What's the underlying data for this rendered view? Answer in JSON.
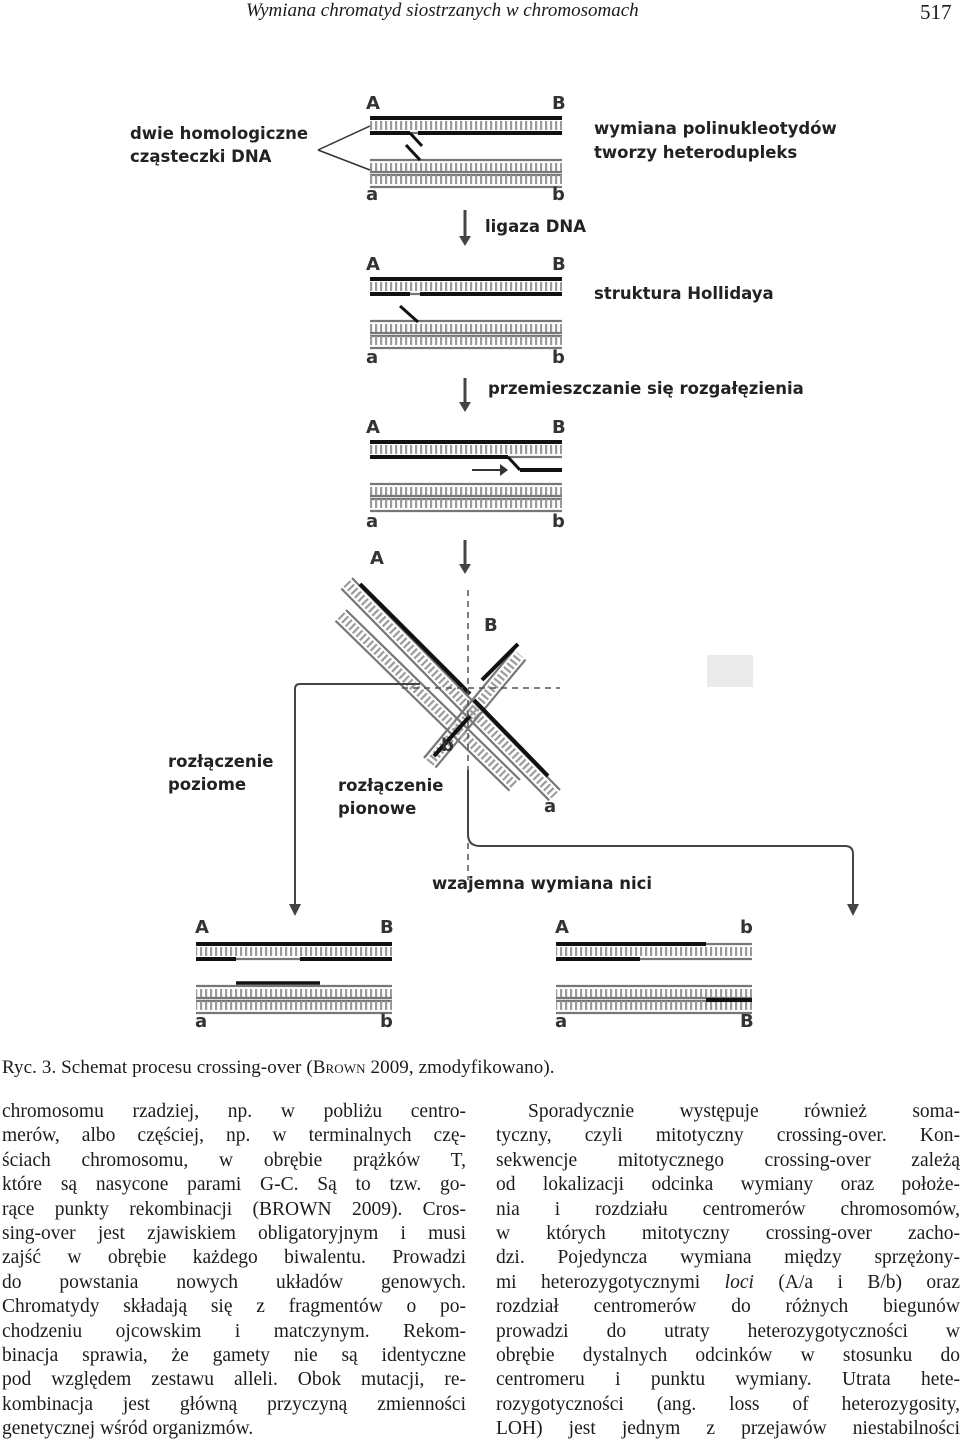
{
  "header": {
    "running_title": "Wymiana chromatyd siostrzanych w chromosomach",
    "page_number": "517"
  },
  "figure": {
    "labels": {
      "two_molecules": [
        "dwie homologiczne",
        "cząsteczki DNA"
      ],
      "exchange": [
        "wymiana polinukleotydów",
        "tworzy heterodupleks"
      ],
      "ligase": "ligaza DNA",
      "holliday": "struktura Hollidaya",
      "migration": "przemieszczanie się rozgałęzienia",
      "horizontal": [
        "rozłączenie",
        "poziome"
      ],
      "vertical": [
        "rozłączenie",
        "pionowe"
      ],
      "mutual": "wzajemna wymiana nici"
    },
    "letters": {
      "A": "A",
      "B": "B",
      "a": "a",
      "b": "b"
    }
  },
  "caption": {
    "prefix": "Ryc. 3. Schemat procesu crossing-over (",
    "author": "Brown",
    "suffix": " 2009, zmodyfikowano)."
  },
  "left_column": [
    "chromosomu rzadziej, np. w pobliżu centro-",
    "merów, albo częściej, np. w terminalnych czę-",
    "ściach chromosomu, w obrębie prążków T,",
    "które są nasycone parami G-C. Są to tzw. go-",
    "rące punkty rekombinacji (BROWN 2009). Cros-",
    "sing-over jest zjawiskiem obligatoryjnym i musi",
    "zajść w obrębie każdego biwalentu. Prowadzi",
    "do powstania nowych układów genowych.",
    "Chromatydy składają się z fragmentów o po-",
    "chodzeniu ojcowskim i matczynym. Rekom-",
    "binacja sprawia, że gamety nie są identyczne",
    "pod względem zestawu alleli. Obok mutacji, re-",
    "kombinacja jest główną przyczyną zmienności",
    "genetycznej wśród organizmów."
  ],
  "right_column": [
    "Sporadycznie występuje również soma-",
    "tyczny, czyli mitotyczny crossing-over. Kon-",
    "sekwencje mitotycznego crossing-over zależą",
    "od lokalizacji odcinka wymiany oraz położe-",
    "nia i rozdziału centromerów chromosomów,",
    "w których mitotyczny crossing-over zacho-",
    "dzi. Pojedyncza wymiana między sprzężony-",
    "mi heterozygotycznymi loci (A/a i B/b) oraz",
    "rozdział centromerów do różnych biegunów",
    "prowadzi do utraty heterozygotyczności w",
    "obrębie dystalnych odcinków w stosunku do",
    "centromeru i punktu wymiany. Utrata hete-",
    "rozygotyczności (ang. loss of heterozygosity,",
    "LOH) jest jednym z przejawów niestabilności"
  ]
}
